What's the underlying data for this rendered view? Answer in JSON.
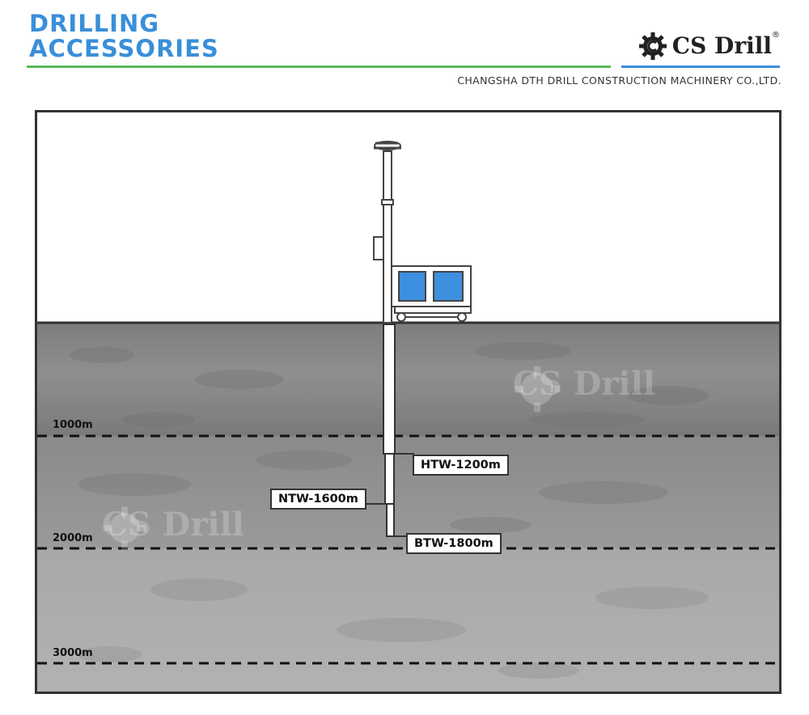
{
  "header": {
    "title_line1": "DRILLING",
    "title_line2": "ACCESSORIES",
    "brand_name": "CS Drill",
    "brand_reg": "®",
    "company": "CHANGSHA DTH DRILL CONSTRUCTION MACHINERY CO.,LTD.",
    "icons": [
      "gear-logo-icon"
    ]
  },
  "diagram": {
    "depth_labels": [
      "1000m",
      "2000m",
      "3000m"
    ],
    "pipes": [
      {
        "name": "HTW-1200m",
        "depth_m": 1200
      },
      {
        "name": "NTW-1600m",
        "depth_m": 1600
      },
      {
        "name": "BTW-1800m",
        "depth_m": 1800
      }
    ],
    "watermark_text": "CS Drill",
    "colors": {
      "title_blue": "#3a8fd9",
      "rule_green": "#5cb85c",
      "rig_blue": "#3d8fe0",
      "ground_gray": "#8a8a8a"
    }
  }
}
